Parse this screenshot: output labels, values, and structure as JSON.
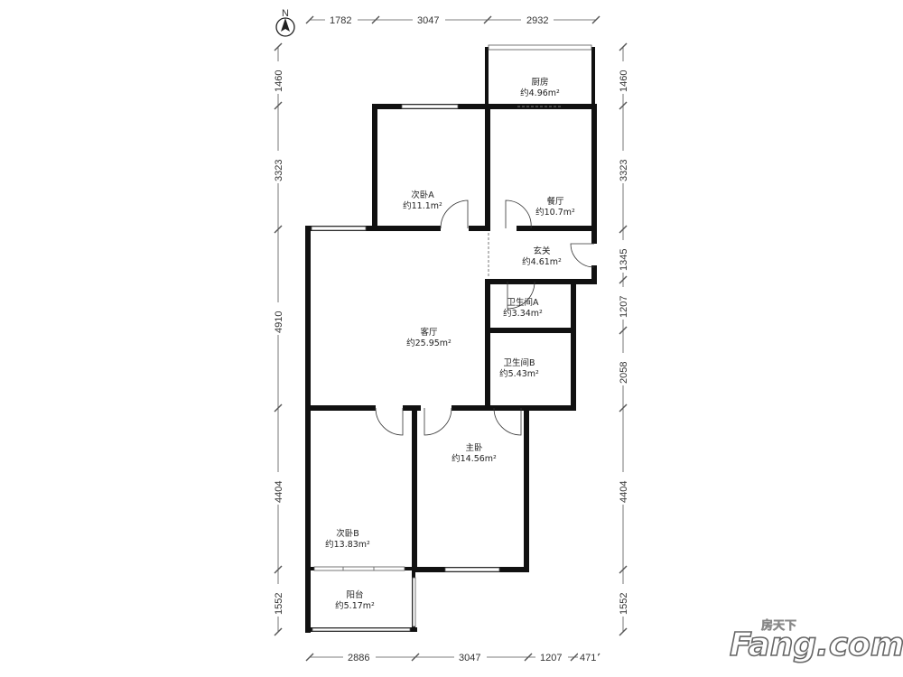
{
  "compass": {
    "label": "N"
  },
  "dimensions": {
    "top": [
      "1782",
      "3047",
      "2932"
    ],
    "bottom": [
      "2886",
      "3047",
      "1207",
      "471"
    ],
    "left": [
      "1460",
      "3323",
      "4910",
      "4404",
      "1552"
    ],
    "right": [
      "1460",
      "3323",
      "1345",
      "1207",
      "2058",
      "4404",
      "1552"
    ]
  },
  "rooms": {
    "kitchen": {
      "name": "厨房",
      "area": "约4.96m²"
    },
    "bedroom_a": {
      "name": "次卧A",
      "area": "约11.1m²"
    },
    "dining": {
      "name": "餐厅",
      "area": "约10.7m²"
    },
    "foyer": {
      "name": "玄关",
      "area": "约4.61m²"
    },
    "bath_a": {
      "name": "卫生间A",
      "area": "约3.34m²"
    },
    "living": {
      "name": "客厅",
      "area": "约25.95m²"
    },
    "bath_b": {
      "name": "卫生间B",
      "area": "约5.43m²"
    },
    "master": {
      "name": "主卧",
      "area": "约14.56m²"
    },
    "bedroom_b": {
      "name": "次卧B",
      "area": "约13.83m²"
    },
    "balcony": {
      "name": "阳台",
      "area": "约5.17m²"
    }
  },
  "watermark": {
    "cn": "房天下",
    "en": "Fang.com"
  }
}
